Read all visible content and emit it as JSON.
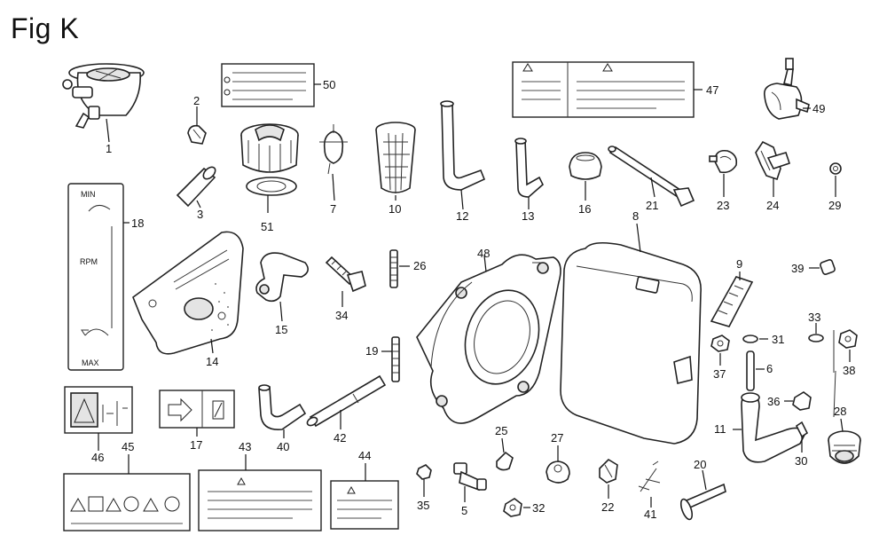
{
  "figure": {
    "title": "Fig K"
  },
  "gauge_label": {
    "min": "MIN",
    "rpm": "RPM",
    "max": "MAX"
  },
  "callouts": [
    "1",
    "2",
    "3",
    "5",
    "6",
    "7",
    "8",
    "9",
    "10",
    "11",
    "12",
    "13",
    "14",
    "15",
    "16",
    "17",
    "18",
    "19",
    "20",
    "21",
    "22",
    "23",
    "24",
    "25",
    "26",
    "27",
    "28",
    "29",
    "30",
    "31",
    "32",
    "33",
    "34",
    "35",
    "36",
    "37",
    "38",
    "39",
    "40",
    "41",
    "42",
    "43",
    "44",
    "45",
    "46",
    "47",
    "48",
    "49",
    "50",
    "51"
  ],
  "colors": {
    "ink": "#222222",
    "paper": "#ffffff",
    "shade": "#e4e4e4"
  }
}
